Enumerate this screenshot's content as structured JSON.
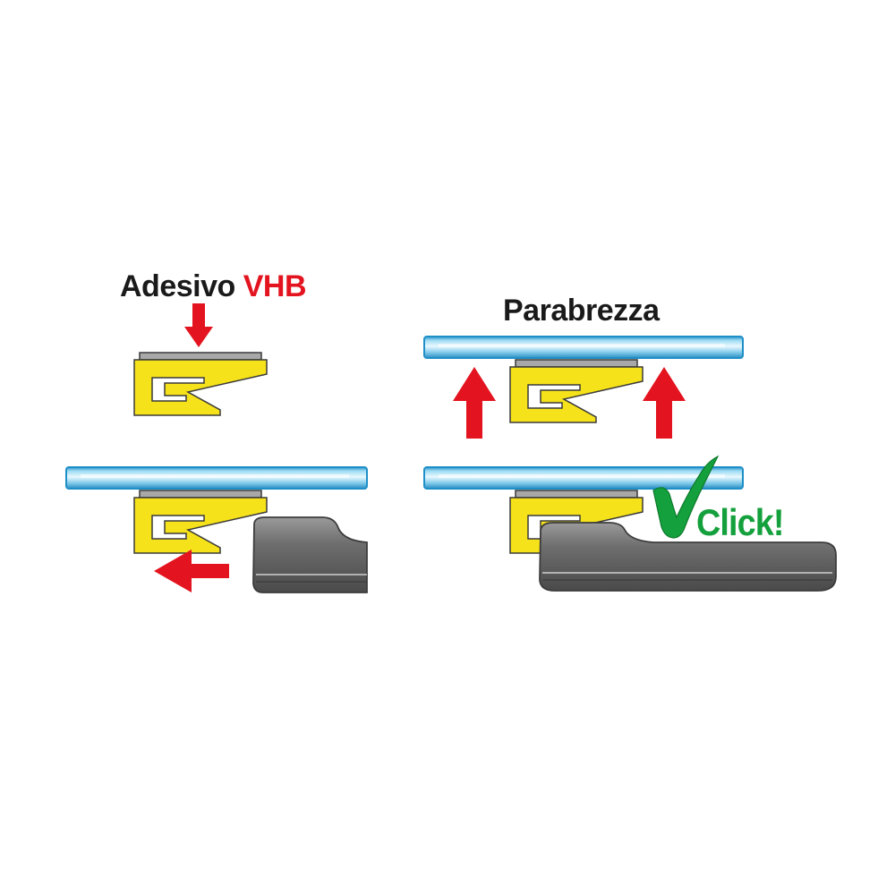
{
  "labels": {
    "adhesive_prefix": "Adesivo",
    "adhesive_type": "VHB",
    "windshield": "Parabrezza",
    "click": "Click!"
  },
  "colors": {
    "glass": "#8ed3ef",
    "glass_edge": "#1f8fc7",
    "glass_highlight": "#e6f7ff",
    "clip_fill": "#f6e21a",
    "clip_stroke": "#3a3a3a",
    "adhesive_pad": "#a8a8a8",
    "arrow": "#e3141f",
    "wiper_body": "#6f6f6f",
    "wiper_dark": "#3c3c3c",
    "text_dark": "#1a1a1a",
    "text_red": "#e3141f",
    "text_green": "#14a03c",
    "check_green": "#14a03c"
  },
  "icons": [
    "down-arrow-icon",
    "up-arrow-icon",
    "left-arrow-icon",
    "checkmark-icon"
  ]
}
